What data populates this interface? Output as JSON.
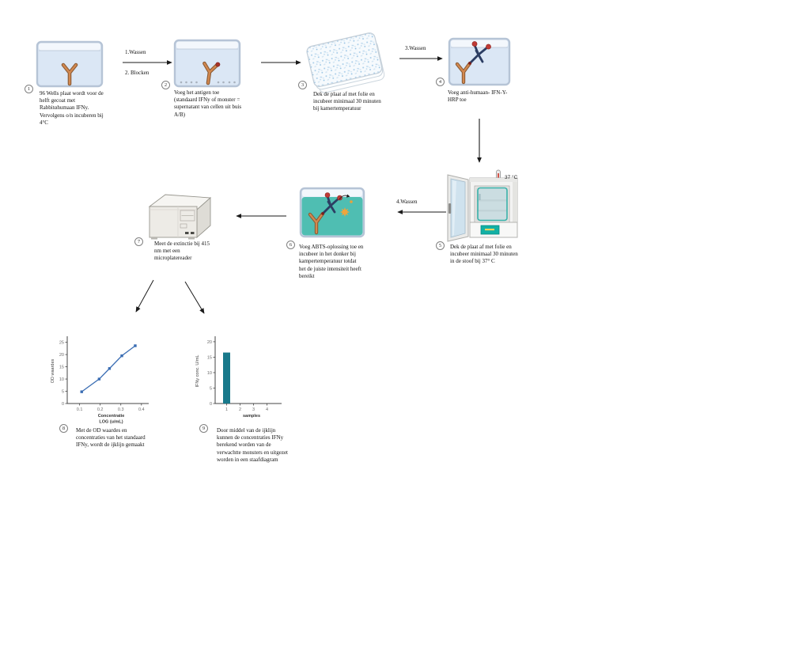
{
  "steps": [
    {
      "num": "1",
      "text": "96 Wells plaat wordt voor de helft gecoat met Rabbitαhumaan IFNy. Vervolgens o/n incuberen bij 4°C"
    },
    {
      "num": "2",
      "text": "Voeg het antigen toe (standaard IFNy of monster = supernatant van cellen uit buis A/B)"
    },
    {
      "num": "3",
      "text": "Dek de plaat af met folie en incubeer minimaal 30 minuten bij kamertemperatuur"
    },
    {
      "num": "4",
      "text": "Voeg anti-humaan- IFN-Y-HRP toe"
    },
    {
      "num": "5",
      "text": "Dek de plaat af met folie en incubeer minimaal 30 minuten in de stoof bij 37° C"
    },
    {
      "num": "6",
      "text": "Voeg ABTS-oplossing toe en incubeer in het donker bij kampertemperatuur totdat het de juiste intensiteit heeft bereikt"
    },
    {
      "num": "7",
      "text": "Meet de extinctie bij 415 nm met een microplatereader"
    },
    {
      "num": "8",
      "text": "Met de OD waardes en concentraties van het standaard IFNy, wordt de ijklijn gemaakt"
    },
    {
      "num": "9",
      "text": "Door middel van de ijklijn kunnen de concentraties IFNy berekend worden van de verwachtte monsters en uitgezet worden in een staafdiagram"
    }
  ],
  "arrow_labels": {
    "wash1": "1.Wassen",
    "block": "2. Blocken",
    "wash3": "3.Wassen",
    "wash4": "4.Wassen"
  },
  "incubator": {
    "temp_label": "37 °C"
  },
  "colors": {
    "well_fill": "#dbe7f5",
    "well_border": "#b6c4d6",
    "antibody_orange": "#d2884f",
    "antibody_blue": "#2c3e63",
    "antigen_red": "#bf3a36",
    "abts_teal": "#4fbeb2",
    "abts_star_orange": "#efa53c",
    "incubator_teal": "#12b0a5",
    "line_chart_blue": "#3a6db3",
    "bar_teal": "#19798b"
  },
  "chart_data": [
    {
      "type": "scatter",
      "line": true,
      "x": [
        0.11,
        0.195,
        0.245,
        0.305,
        0.37
      ],
      "y": [
        4.8,
        10,
        14.3,
        19.5,
        23.6
      ],
      "xticks": [
        0.1,
        0.2,
        0.3,
        0.4
      ],
      "yticks": [
        0,
        5,
        10,
        15,
        20,
        25
      ],
      "xlim": [
        0.04,
        0.42
      ],
      "ylim": [
        0,
        26.5
      ],
      "xlabel": "Concentratie\nLOG (u/mL)",
      "ylabel": "OD waardes",
      "legend": null,
      "grid": false,
      "color": "#3a6db3"
    },
    {
      "type": "bar",
      "categories": [
        "1",
        "2",
        "3",
        "4"
      ],
      "values": [
        16.5,
        0,
        0,
        0
      ],
      "yticks": [
        0,
        5,
        10,
        15,
        20
      ],
      "ylim": [
        0,
        21
      ],
      "xlabel": "samples",
      "ylabel": "IFNy conc. U/mL",
      "legend": null,
      "grid": false,
      "color": "#19798b"
    }
  ]
}
